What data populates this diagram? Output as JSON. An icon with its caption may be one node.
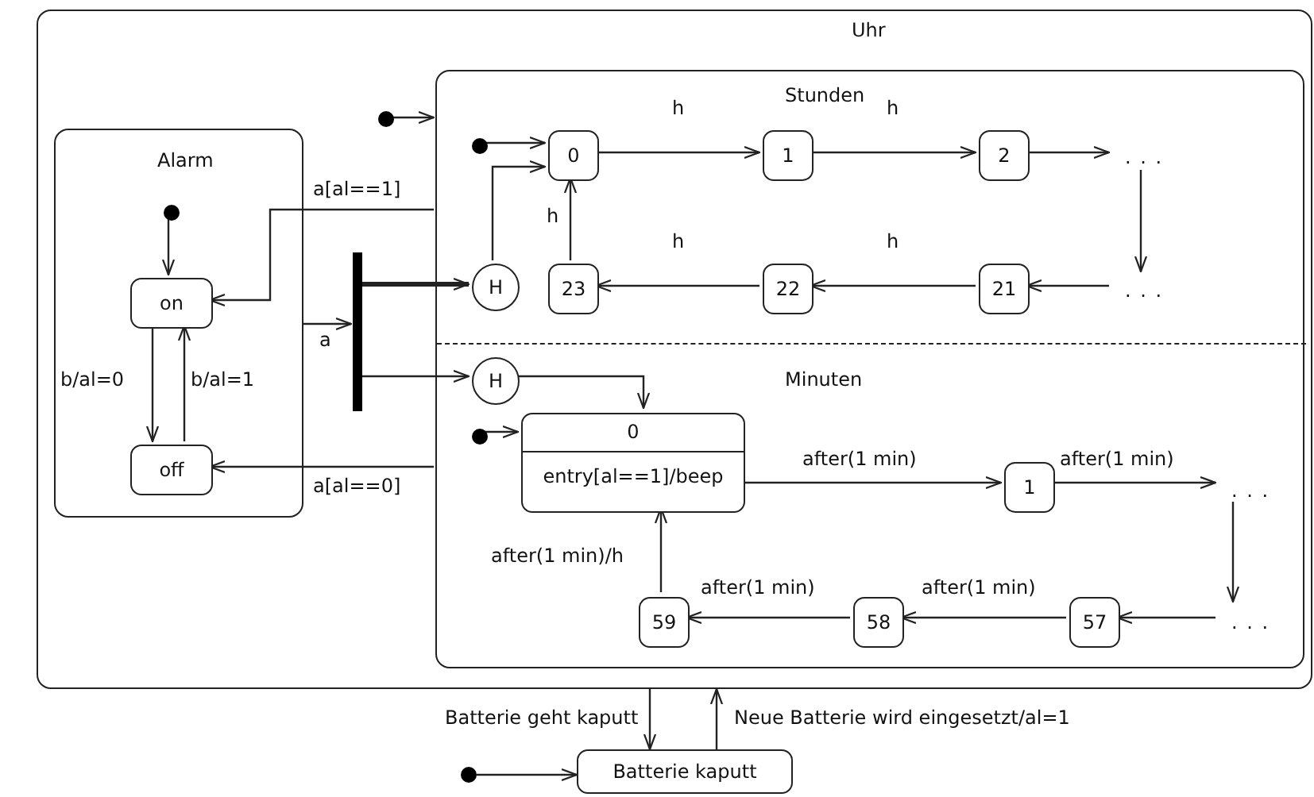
{
  "diagram": {
    "nodes": [
      {
        "text": [
          "Uhr"
        ]
      },
      {
        "text": [
          "Alarm"
        ],
        "in": 0
      },
      {
        "text": [],
        "shape": "circle",
        "in": 1
      },
      {
        "text": [
          "on"
        ],
        "in": 1
      },
      {
        "text": [
          "off"
        ],
        "in": 1
      },
      {
        "text": [],
        "shape": "bar",
        "in": 0
      },
      {
        "text": [],
        "shape": "box",
        "in": 0
      },
      {
        "text": [
          "Stunden"
        ],
        "in": 6
      },
      {
        "text": [
          "Minuten"
        ],
        "in": 6
      },
      {
        "text": [],
        "shape": "circle",
        "in": 0
      },
      {
        "text": [],
        "shape": "circle",
        "in": 7
      },
      {
        "text": [
          "0"
        ],
        "in": 7
      },
      {
        "text": [
          "1"
        ],
        "in": 7
      },
      {
        "text": [
          "2"
        ],
        "in": 7
      },
      {
        "text": [
          ". . ."
        ],
        "in": 7
      },
      {
        "text": [
          ". . ."
        ],
        "in": 7
      },
      {
        "text": [
          "21"
        ],
        "in": 7
      },
      {
        "text": [
          "22"
        ],
        "in": 7
      },
      {
        "text": [
          "23"
        ],
        "in": 7
      },
      {
        "text": [
          "H"
        ],
        "in": 7
      },
      {
        "text": [
          "H"
        ],
        "in": 8
      },
      {
        "text": [],
        "shape": "circle",
        "in": 8
      },
      {
        "text": [
          "0",
          "entry[al==1]/beep"
        ],
        "in": 8
      },
      {
        "text": [
          "1"
        ],
        "in": 8
      },
      {
        "text": [
          ". . ."
        ],
        "in": 8
      },
      {
        "text": [
          ". . ."
        ],
        "in": 8
      },
      {
        "text": [
          "57"
        ],
        "in": 8
      },
      {
        "text": [
          "58"
        ],
        "in": 8
      },
      {
        "text": [
          "59"
        ],
        "in": 8
      },
      {
        "text": [],
        "shape": "circle"
      },
      {
        "text": [
          "Batterie kaputt"
        ]
      }
    ],
    "edges": [
      {
        "from": 2,
        "to": 3,
        "arrow": "to"
      },
      {
        "from": 3,
        "to": 4,
        "label": "b/al=0",
        "arrow": "to"
      },
      {
        "from": 4,
        "to": 3,
        "label": "b/al=1",
        "arrow": "to"
      },
      {
        "from": 6,
        "to": 3,
        "label": "a[al==1]",
        "arrow": "to"
      },
      {
        "from": 1,
        "to": 5,
        "label": "a",
        "arrow": "to"
      },
      {
        "from": 5,
        "to": 19,
        "arrow": "to",
        "style": "thick"
      },
      {
        "from": 5,
        "to": 20,
        "arrow": "to"
      },
      {
        "from": 6,
        "to": 4,
        "label": "a[al==0]",
        "arrow": "to"
      },
      {
        "from": 9,
        "to": 6,
        "arrow": "to"
      },
      {
        "from": 10,
        "to": 11,
        "arrow": "to"
      },
      {
        "from": 11,
        "to": 12,
        "label": "h",
        "arrow": "to"
      },
      {
        "from": 12,
        "to": 13,
        "label": "h",
        "arrow": "to"
      },
      {
        "from": 13,
        "to": 14,
        "arrow": "to"
      },
      {
        "from": 14,
        "to": 15,
        "arrow": "to"
      },
      {
        "from": 15,
        "to": 16,
        "arrow": "to"
      },
      {
        "from": 16,
        "to": 17,
        "label": "h",
        "arrow": "to"
      },
      {
        "from": 17,
        "to": 18,
        "label": "h",
        "arrow": "to"
      },
      {
        "from": 18,
        "to": 11,
        "label": "h",
        "arrow": "to"
      },
      {
        "from": 19,
        "to": 11,
        "arrow": "to"
      },
      {
        "from": 20,
        "to": 22,
        "arrow": "to"
      },
      {
        "from": 21,
        "to": 22,
        "arrow": "to"
      },
      {
        "from": 22,
        "to": 23,
        "label": "after(1 min)",
        "arrow": "to"
      },
      {
        "from": 23,
        "to": 24,
        "label": "after(1 min)",
        "arrow": "to"
      },
      {
        "from": 24,
        "to": 25,
        "arrow": "to"
      },
      {
        "from": 25,
        "to": 26,
        "arrow": "to"
      },
      {
        "from": 26,
        "to": 27,
        "label": "after(1 min)",
        "arrow": "to"
      },
      {
        "from": 27,
        "to": 28,
        "label": "after(1 min)",
        "arrow": "to"
      },
      {
        "from": 28,
        "to": 22,
        "label": "after(1 min)/h",
        "arrow": "to"
      },
      {
        "from": 0,
        "to": 30,
        "label": "Batterie geht kaputt",
        "arrow": "to"
      },
      {
        "from": 30,
        "to": 0,
        "label": "Neue Batterie wird eingesetzt/al=1",
        "arrow": "to"
      },
      {
        "from": 29,
        "to": 30,
        "arrow": "to"
      }
    ]
  }
}
